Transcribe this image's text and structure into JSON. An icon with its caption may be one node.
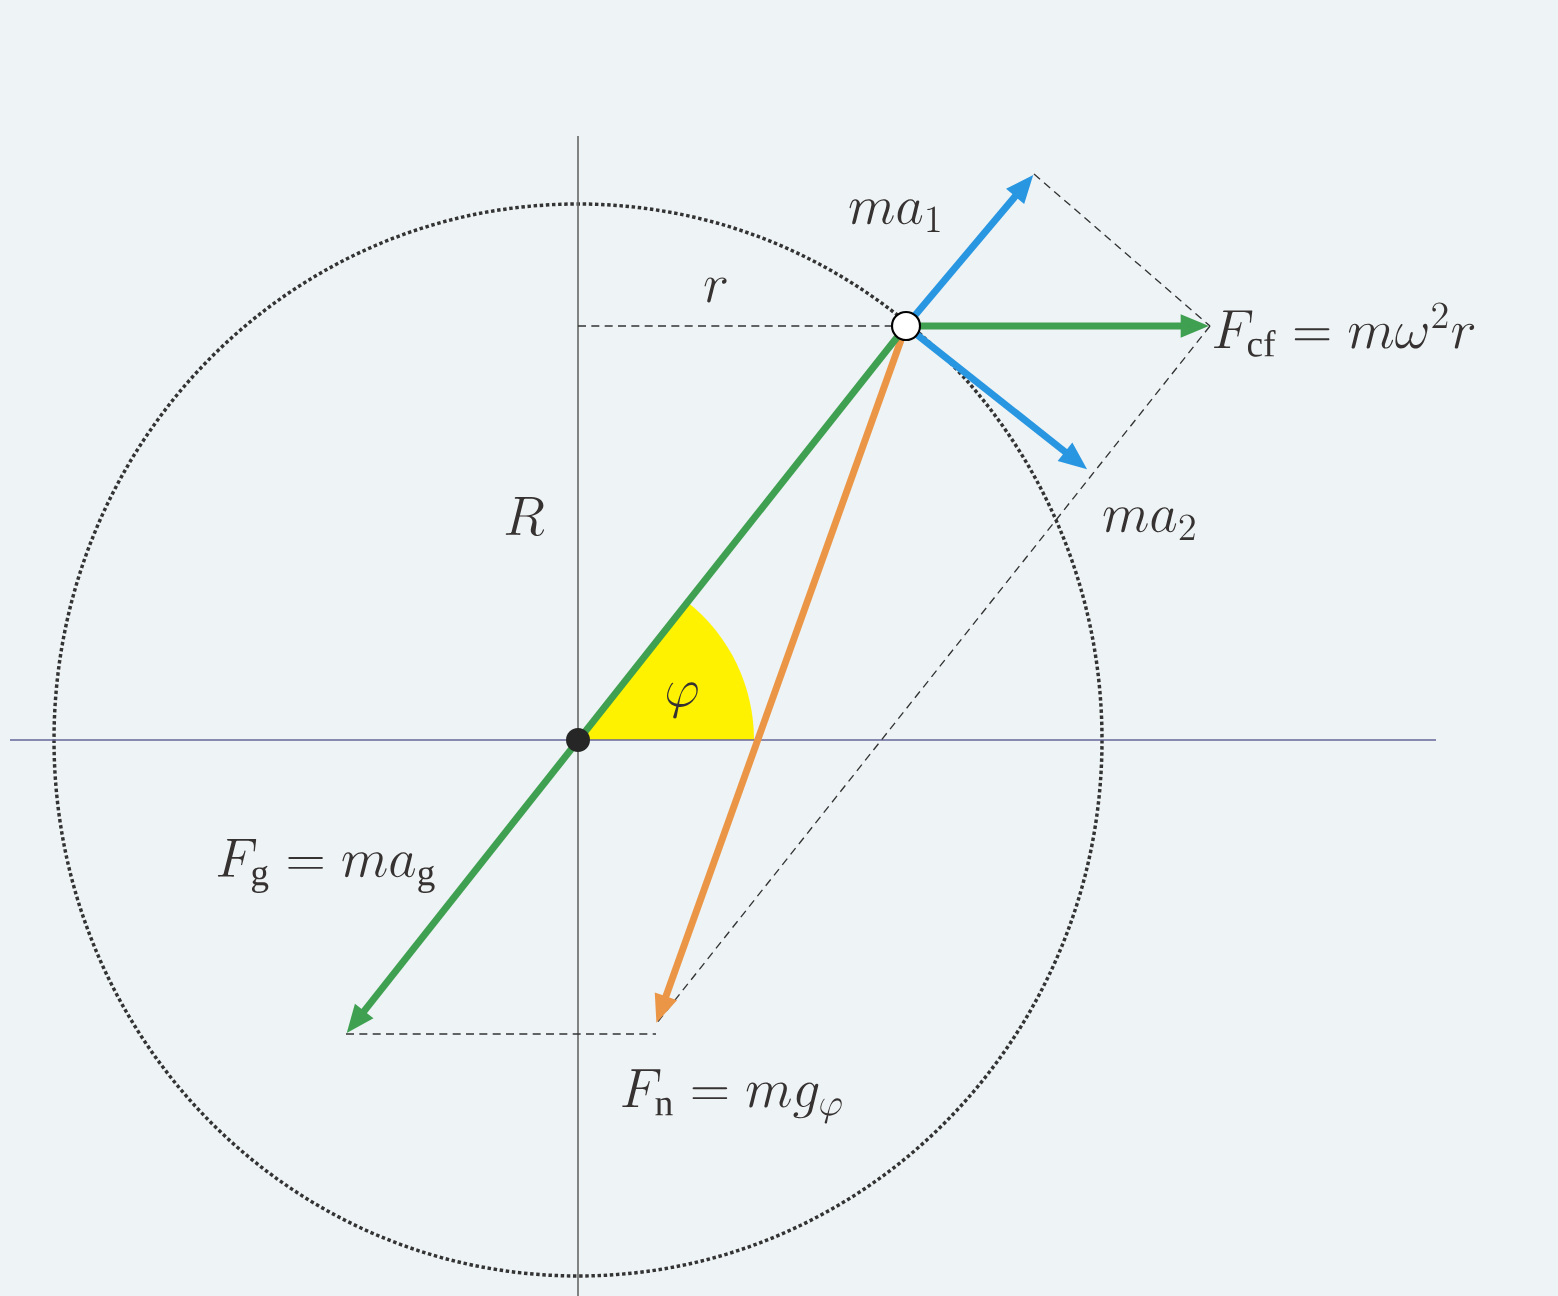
{
  "diagram": {
    "labels": [
      "ma_1",
      "F_{\\mathrm{cf}} = m\\omega^2 r",
      "ma_2",
      "r",
      "R",
      "\\varphi",
      "F_{\\mathrm{g}} = ma_{\\mathrm{g}}",
      "F_{\\mathrm{n}} = mg_{\\varphi}"
    ]
  }
}
